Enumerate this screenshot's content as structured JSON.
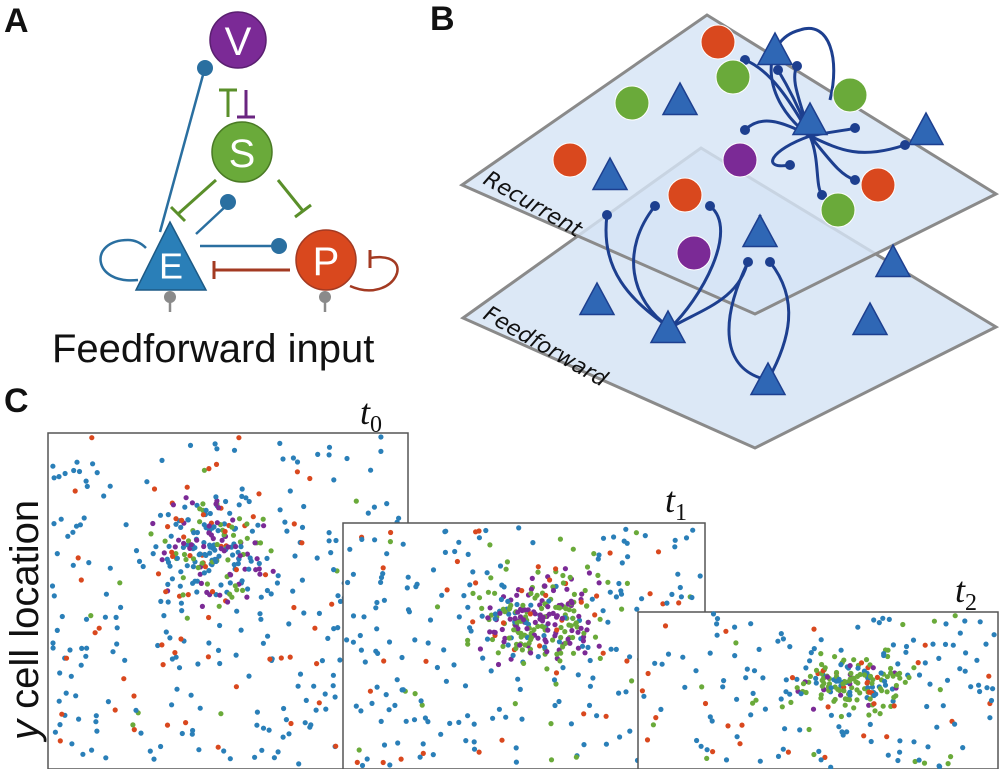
{
  "panels": {
    "a": {
      "letter": "A",
      "nodes": {
        "v": "V",
        "s": "S",
        "e": "E",
        "p": "P"
      },
      "caption": "Feedforward input"
    },
    "b": {
      "letter": "B",
      "planes": {
        "top": "Recurrent",
        "bottom": "Feedforward"
      }
    },
    "c": {
      "letter": "C",
      "ylabel_var": "y",
      "ylabel_rest": " cell location",
      "times": [
        {
          "base": "t",
          "sub": "0"
        },
        {
          "base": "t",
          "sub": "1"
        },
        {
          "base": "t",
          "sub": "2"
        }
      ]
    }
  },
  "colors": {
    "v": "#7b2a96",
    "s": "#6aaa3a",
    "e": "#2a7fb8",
    "p": "#d9481e",
    "e_line": "#2a6fa0",
    "s_line": "#5a8f2a",
    "p_line": "#a33a22",
    "v_line": "#6a2580",
    "plane": "#dce8f6",
    "plane_edge": "#8a8a8a",
    "net_line": "#1d3f8f",
    "triangle": "#2f67b5"
  }
}
